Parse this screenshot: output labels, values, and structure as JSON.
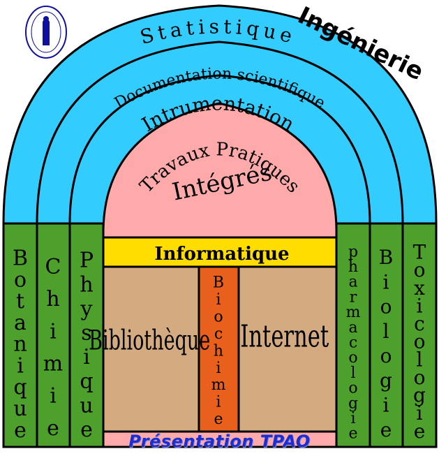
{
  "title": "Ingénierie",
  "footer": "Présentation TPAO",
  "arches": {
    "outer": "Statistique",
    "second": "Documentation scientifique",
    "third": "Intrumentation",
    "inner_line1": "Travaux Pratiques",
    "inner_line2": "Intégrés"
  },
  "lintel": "Informatique",
  "center_panels": {
    "left": "Bibliothèque",
    "middle": "Biochimie",
    "right": "Internet"
  },
  "left_pillars": [
    "Botanique",
    "Chimie",
    "Physique"
  ],
  "right_pillars": [
    "pharmacologie",
    "Biologie",
    "Toxicologie"
  ],
  "colors": {
    "sky": "#33ccff",
    "rose": "#ffaaaa",
    "green": "#4ea02c",
    "lintel": "#ffdd00",
    "tan": "#d4aa80",
    "orange": "#e8601c",
    "navy": "#1010a0"
  }
}
